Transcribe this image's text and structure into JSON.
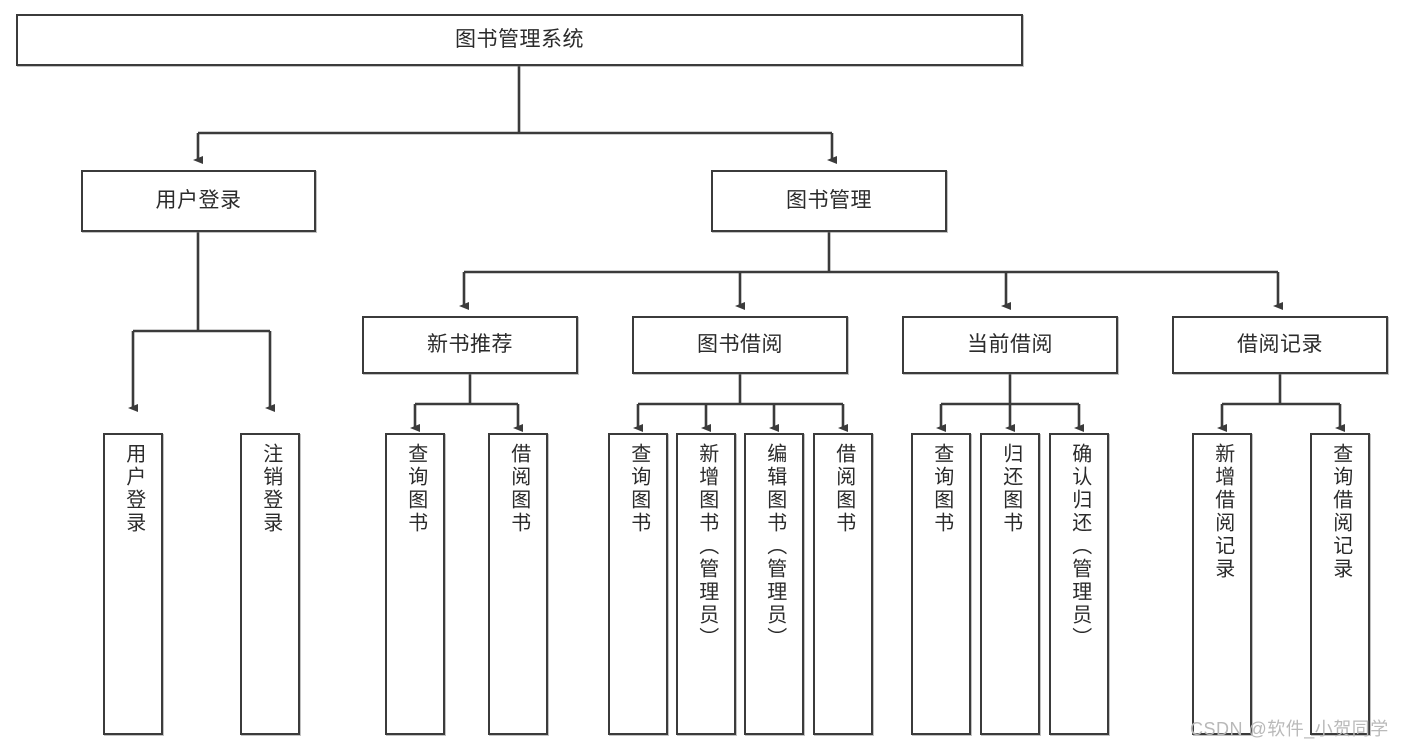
{
  "diagram": {
    "title": "图书管理系统",
    "watermark": "CSDN @软件_小贺同学",
    "line_color": "#3b3b3b",
    "box_border_color": "#3b3b3b",
    "background_color": "#ffffff",
    "text_color": "#2b2b2b",
    "nodes": {
      "root": {
        "label": "图书管理系统",
        "level": 1,
        "orientation": "horizontal"
      },
      "l2_user_login": {
        "label": "用户登录",
        "level": 2,
        "orientation": "horizontal"
      },
      "l2_book_manage": {
        "label": "图书管理",
        "level": 2,
        "orientation": "horizontal"
      },
      "l3_new_book_rec": {
        "label": "新书推荐",
        "level": 3,
        "orientation": "horizontal"
      },
      "l3_book_borrow": {
        "label": "图书借阅",
        "level": 3,
        "orientation": "horizontal"
      },
      "l3_current_borrow": {
        "label": "当前借阅",
        "level": 3,
        "orientation": "horizontal"
      },
      "l3_borrow_record": {
        "label": "借阅记录",
        "level": 3,
        "orientation": "horizontal"
      },
      "leaf_user_login": {
        "label": "用户登录",
        "level": 4,
        "orientation": "vertical"
      },
      "leaf_logout": {
        "label": "注销登录",
        "level": 4,
        "orientation": "vertical"
      },
      "leaf_query_book_1": {
        "label": "查询图书",
        "level": 4,
        "orientation": "vertical"
      },
      "leaf_borrow_book_1": {
        "label": "借阅图书",
        "level": 4,
        "orientation": "vertical"
      },
      "leaf_query_book_2": {
        "label": "查询图书",
        "level": 4,
        "orientation": "vertical"
      },
      "leaf_add_book": {
        "label": "新增图书（管理员）",
        "level": 4,
        "orientation": "vertical"
      },
      "leaf_edit_book": {
        "label": "编辑图书（管理员）",
        "level": 4,
        "orientation": "vertical"
      },
      "leaf_borrow_book_2": {
        "label": "借阅图书",
        "level": 4,
        "orientation": "vertical"
      },
      "leaf_query_book_3": {
        "label": "查询图书",
        "level": 4,
        "orientation": "vertical"
      },
      "leaf_return_book": {
        "label": "归还图书",
        "level": 4,
        "orientation": "vertical"
      },
      "leaf_confirm_return": {
        "label": "确认归还（管理员）",
        "level": 4,
        "orientation": "vertical"
      },
      "leaf_add_record": {
        "label": "新增借阅记录",
        "level": 4,
        "orientation": "vertical"
      },
      "leaf_query_record": {
        "label": "查询借阅记录",
        "level": 4,
        "orientation": "vertical"
      }
    },
    "edges": [
      {
        "from": "root",
        "to": "l2_user_login"
      },
      {
        "from": "root",
        "to": "l2_book_manage"
      },
      {
        "from": "l2_user_login",
        "to": "leaf_user_login"
      },
      {
        "from": "l2_user_login",
        "to": "leaf_logout"
      },
      {
        "from": "l2_book_manage",
        "to": "l3_new_book_rec"
      },
      {
        "from": "l2_book_manage",
        "to": "l3_book_borrow"
      },
      {
        "from": "l2_book_manage",
        "to": "l3_current_borrow"
      },
      {
        "from": "l2_book_manage",
        "to": "l3_borrow_record"
      },
      {
        "from": "l3_new_book_rec",
        "to": "leaf_query_book_1"
      },
      {
        "from": "l3_new_book_rec",
        "to": "leaf_borrow_book_1"
      },
      {
        "from": "l3_book_borrow",
        "to": "leaf_query_book_2"
      },
      {
        "from": "l3_book_borrow",
        "to": "leaf_add_book"
      },
      {
        "from": "l3_book_borrow",
        "to": "leaf_edit_book"
      },
      {
        "from": "l3_book_borrow",
        "to": "leaf_borrow_book_2"
      },
      {
        "from": "l3_current_borrow",
        "to": "leaf_query_book_3"
      },
      {
        "from": "l3_current_borrow",
        "to": "leaf_return_book"
      },
      {
        "from": "l3_current_borrow",
        "to": "leaf_confirm_return"
      },
      {
        "from": "l3_borrow_record",
        "to": "leaf_add_record"
      },
      {
        "from": "l3_borrow_record",
        "to": "leaf_query_record"
      }
    ]
  }
}
